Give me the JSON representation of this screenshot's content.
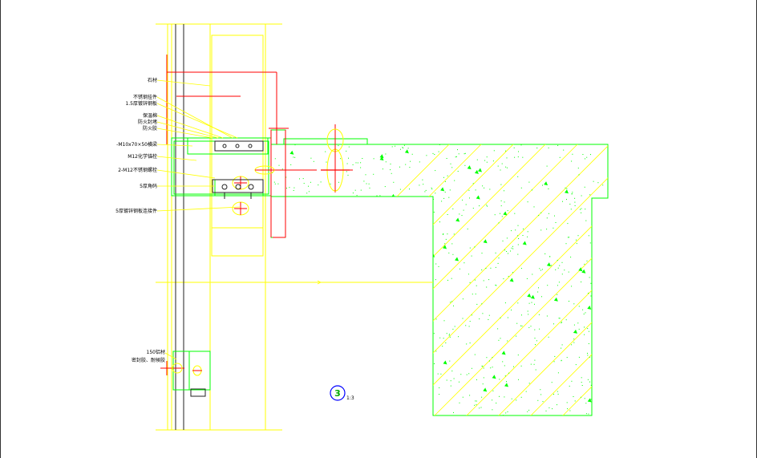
{
  "drawing": {
    "detail_number": "3",
    "scale": "1:3",
    "colors": {
      "background": "#ffffff",
      "outline": "#ffff00",
      "concrete": "#00ff00",
      "dimension": "#ff0000",
      "hatch": "#ffff00",
      "detail_circle": "#0000ff",
      "steel": "#ffffff",
      "text": "#000000"
    }
  },
  "callouts": [
    {
      "id": "c1",
      "text": "石材"
    },
    {
      "id": "c2",
      "text": "不锈钢挂件"
    },
    {
      "id": "c3",
      "text": "1.5厚镀锌钢板"
    },
    {
      "id": "c4",
      "text": "保温棉"
    },
    {
      "id": "c5",
      "text": "防火封堵"
    },
    {
      "id": "c6",
      "text": "防火胶"
    },
    {
      "id": "c7",
      "text": "-M10x70×50横梁"
    },
    {
      "id": "c8",
      "text": "M12化学锚栓"
    },
    {
      "id": "c9",
      "text": "2-M12不锈钢螺栓"
    },
    {
      "id": "c10",
      "text": "5厚角码"
    },
    {
      "id": "c11",
      "text": "5厚镀锌钢板连接件"
    },
    {
      "id": "c12",
      "text": "150铝材"
    },
    {
      "id": "c13",
      "text": "密封胶、耐候胶"
    }
  ]
}
